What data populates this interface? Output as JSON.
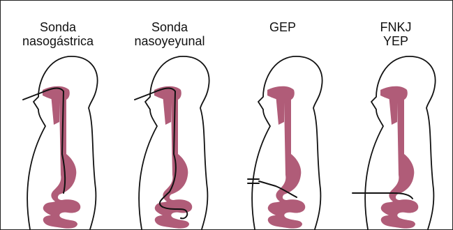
{
  "panels": [
    {
      "id": "sng",
      "label_lines": [
        "Sonda",
        "nasogástrica"
      ]
    },
    {
      "id": "sny",
      "label_lines": [
        "Sonda",
        "nasoyeyunal"
      ]
    },
    {
      "id": "gep",
      "label_lines": [
        "GEP"
      ]
    },
    {
      "id": "fnkj",
      "label_lines": [
        "FNKJ",
        "YEP"
      ]
    }
  ],
  "colors": {
    "organ": "#b05c78",
    "outline": "#111111",
    "background": "#ffffff"
  }
}
